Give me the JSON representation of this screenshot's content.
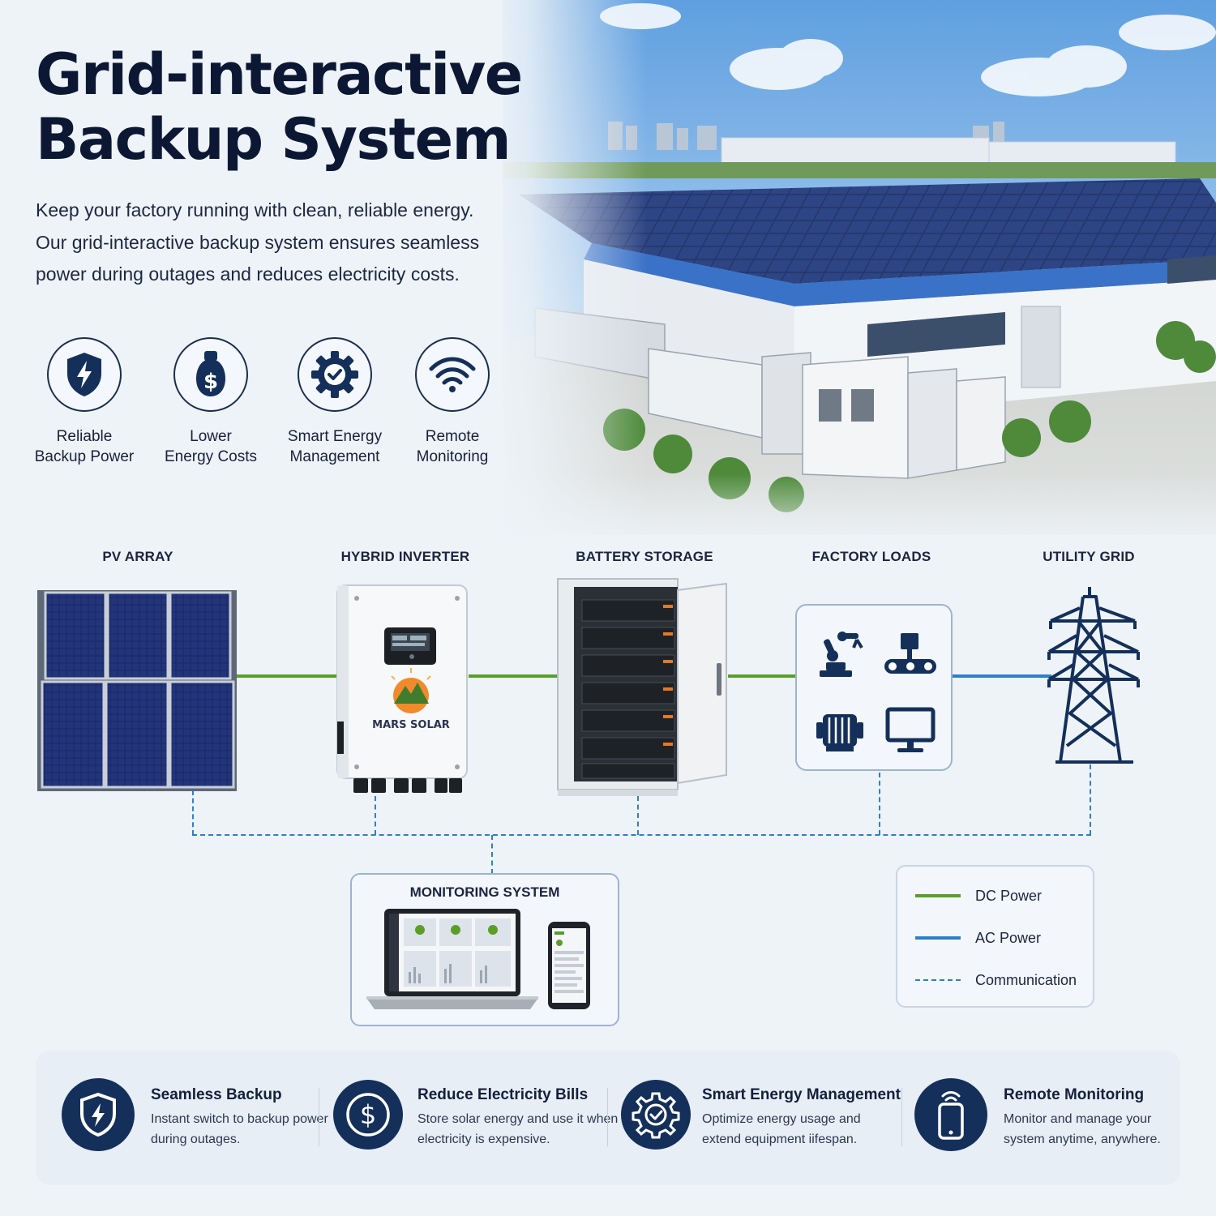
{
  "title_line1": "Grid-interactive",
  "title_line2": "Backup System",
  "intro": "Keep your factory running with clean, reliable energy. Our grid-interactive backup system ensures seamless power during outages and reduces electricity costs.",
  "features": [
    {
      "line1": "Reliable",
      "line2": "Backup Power",
      "icon": "shield-bolt-icon"
    },
    {
      "line1": "Lower",
      "line2": "Energy Costs",
      "icon": "dollar-bulb-icon"
    },
    {
      "line1": "Smart Energy",
      "line2": "Management",
      "icon": "gear-check-icon"
    },
    {
      "line1": "Remote",
      "line2": "Monitoring",
      "icon": "wifi-icon"
    }
  ],
  "diagram": {
    "pv_array": "PV ARRAY",
    "hybrid_inverter": "HYBRID INVERTER",
    "inverter_brand": "MARS SOLAR",
    "battery_storage": "BATTERY STORAGE",
    "factory_loads": "FACTORY LOADS",
    "utility_grid": "UTILITY GRID",
    "monitoring_system": "MONITORING SYSTEM"
  },
  "legend": {
    "dc": "DC Power",
    "ac": "AC Power",
    "comm": "Communication"
  },
  "colors": {
    "dc_power": "#5a9e28",
    "ac_power": "#2f7fc8",
    "navy": "#14305a"
  },
  "benefits": [
    {
      "title": "Seamless Backup",
      "desc": "Instant switch to backup power during outages.",
      "icon": "shield-bolt-icon"
    },
    {
      "title": "Reduce Electricity Bills",
      "desc": "Store solar energy and use it when electricity is expensive.",
      "icon": "dollar-icon"
    },
    {
      "title": "Smart Energy Management",
      "desc": "Optimize energy usage and extend equipment iifespan.",
      "icon": "gear-check-icon"
    },
    {
      "title": "Remote Monitoring",
      "desc": "Monitor and manage your system anytime, anywhere.",
      "icon": "phone-signal-icon"
    }
  ]
}
